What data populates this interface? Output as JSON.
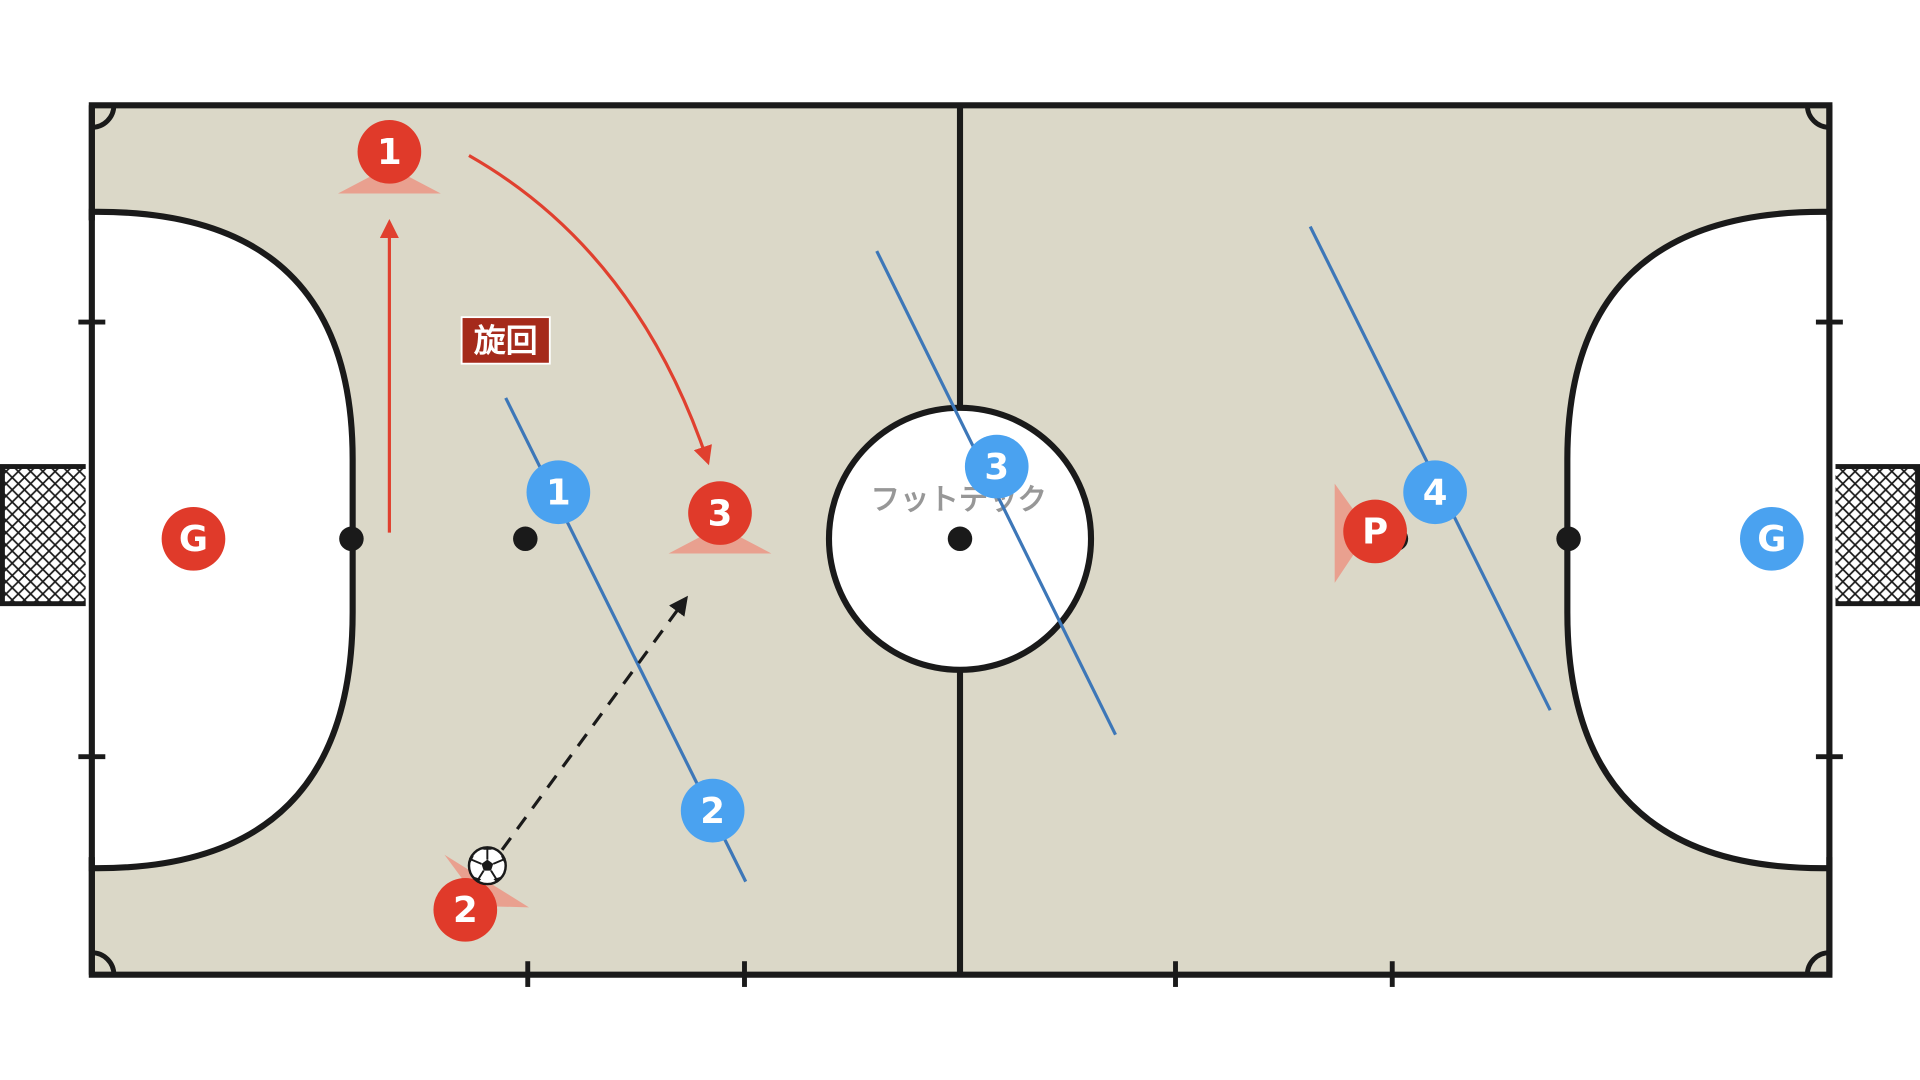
{
  "watermark": "フットテック",
  "action_label": "旋回",
  "colors": {
    "court": "#dbd8c8",
    "line": "#1a1a1a",
    "red_team": "#e03a2a",
    "blue_team": "#4aa2f0",
    "cone": "#e9a08f",
    "arrow_red": "#e0402f",
    "cover_line": "#3d77b8",
    "label_bg": "#a52a1b",
    "watermark": "#8c8c8c"
  },
  "red_players": {
    "goalkeeper": "G",
    "p1": "1",
    "p2": "2",
    "p3": "3",
    "pivot": "P"
  },
  "blue_players": {
    "goalkeeper": "G",
    "p1": "1",
    "p2": "2",
    "p3": "3",
    "p4": "4"
  },
  "icons": {
    "ball": "soccer-ball-icon",
    "goal_net": "goal-net-icon"
  }
}
